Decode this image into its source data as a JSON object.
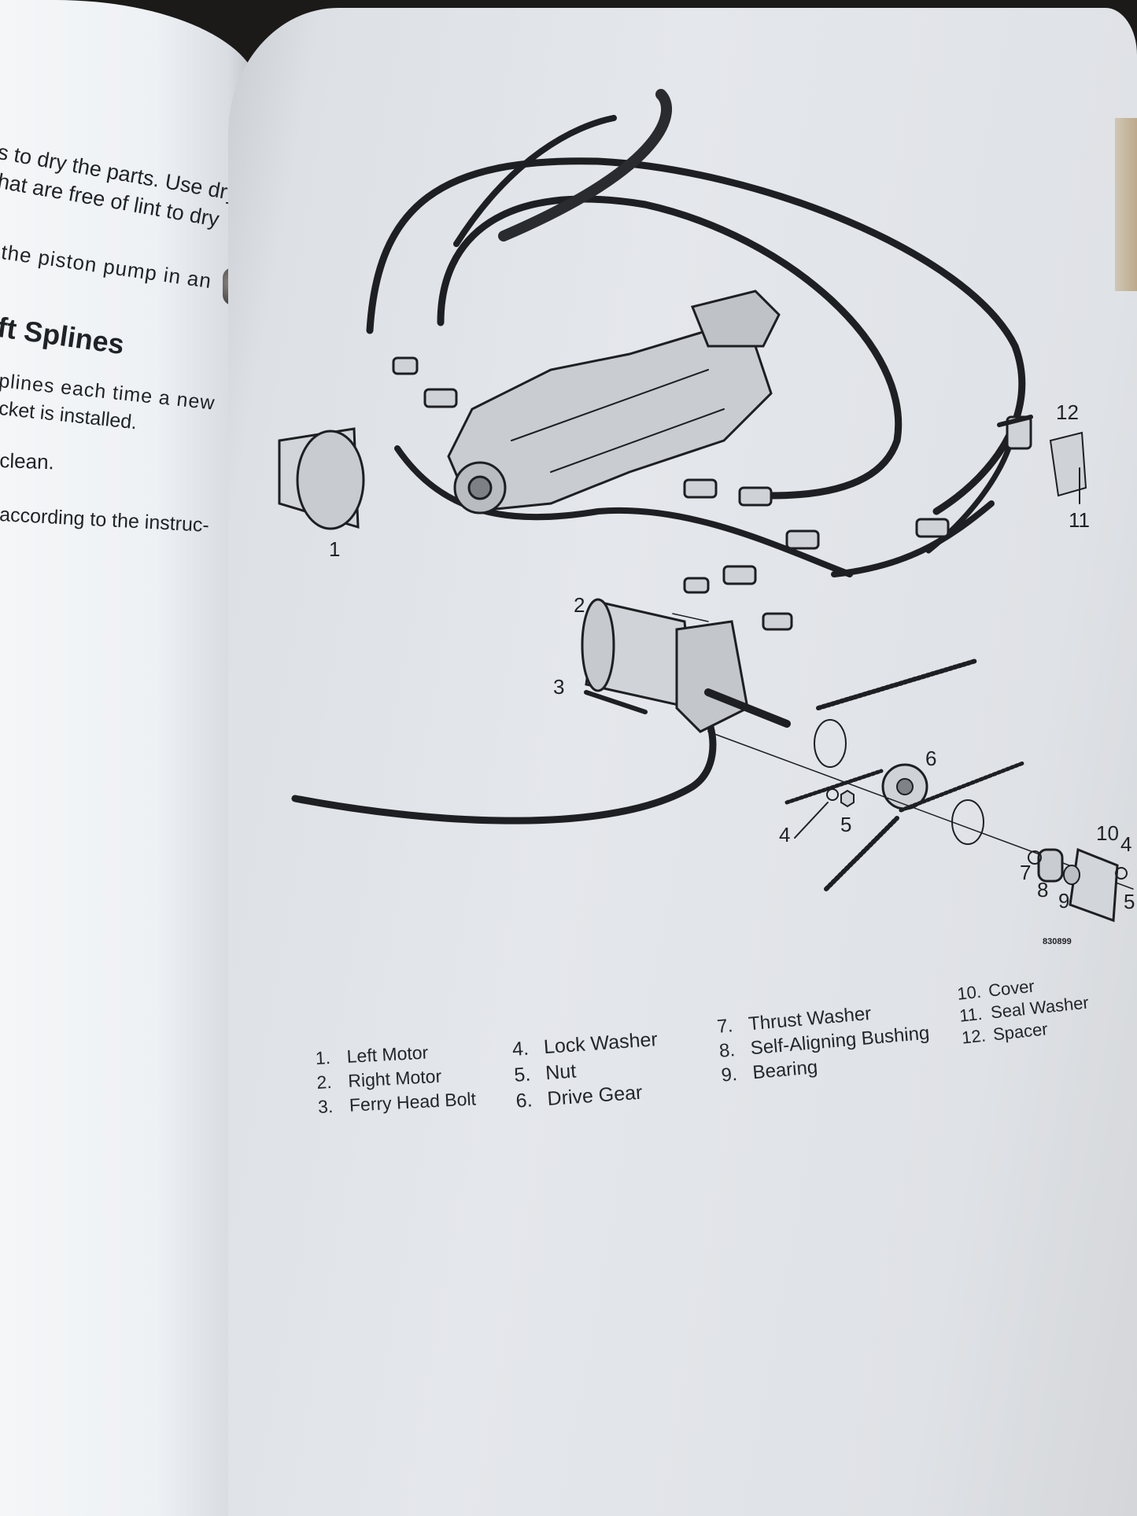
{
  "left_page": {
    "lines": [
      "s to dry the parts. Use dry",
      "hat are free of lint to dry",
      "the piston pump in an",
      "ft Splines",
      "plines each time a new",
      "cket is installed.",
      "clean.",
      "according to the instruc-"
    ]
  },
  "right_page": {
    "figure_code": "830899",
    "callouts": [
      "1",
      "2",
      "3",
      "4",
      "5",
      "6",
      "7",
      "8",
      "9",
      "10",
      "11",
      "12",
      "4",
      "5"
    ],
    "legend": [
      {
        "num": "1.",
        "label": "Left Motor"
      },
      {
        "num": "2.",
        "label": "Right Motor"
      },
      {
        "num": "3.",
        "label": "Ferry Head Bolt"
      },
      {
        "num": "4.",
        "label": "Lock Washer"
      },
      {
        "num": "5.",
        "label": "Nut"
      },
      {
        "num": "6.",
        "label": "Drive Gear"
      },
      {
        "num": "7.",
        "label": "Thrust Washer"
      },
      {
        "num": "8.",
        "label": "Self-Aligning Bushing"
      },
      {
        "num": "9.",
        "label": "Bearing"
      },
      {
        "num": "10.",
        "label": "Cover"
      },
      {
        "num": "11.",
        "label": "Seal Washer"
      },
      {
        "num": "12.",
        "label": "Spacer"
      }
    ]
  }
}
